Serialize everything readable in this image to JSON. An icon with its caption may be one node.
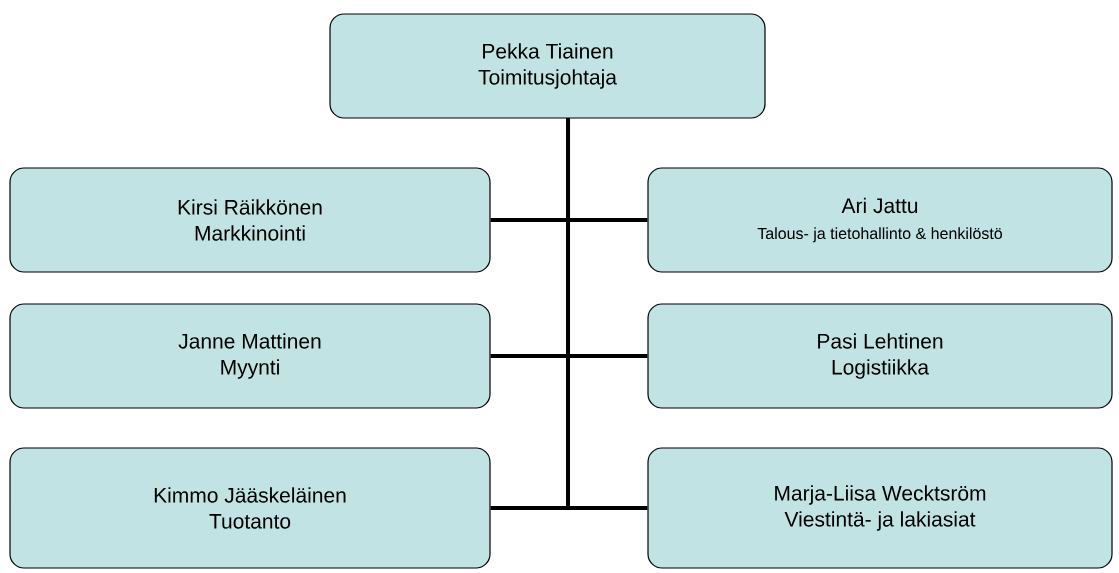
{
  "diagram": {
    "nodes": [
      {
        "text": [
          "Pekka Tiainen",
          "Toimitusjohtaja"
        ]
      },
      {
        "text": [
          "Kirsi Räikkönen",
          "Markkinointi"
        ]
      },
      {
        "text": [
          "Ari Jattu",
          "Talous- ja tietohallinto & henkilöstö"
        ]
      },
      {
        "text": [
          "Janne Mattinen",
          "Myynti"
        ]
      },
      {
        "text": [
          "Pasi Lehtinen",
          "Logistiikka"
        ]
      },
      {
        "text": [
          "Kimmo Jääskeläinen",
          "Tuotanto"
        ]
      },
      {
        "text": [
          "Marja-Liisa Wecktsröm",
          "Viestintä- ja lakiasiat"
        ]
      }
    ],
    "edges": [
      {
        "from": 0,
        "to": 1,
        "arrow": "none"
      },
      {
        "from": 0,
        "to": 2,
        "arrow": "none"
      },
      {
        "from": 0,
        "to": 3,
        "arrow": "none"
      },
      {
        "from": 0,
        "to": 4,
        "arrow": "none"
      },
      {
        "from": 0,
        "to": 5,
        "arrow": "none"
      },
      {
        "from": 0,
        "to": 6,
        "arrow": "none"
      }
    ]
  }
}
